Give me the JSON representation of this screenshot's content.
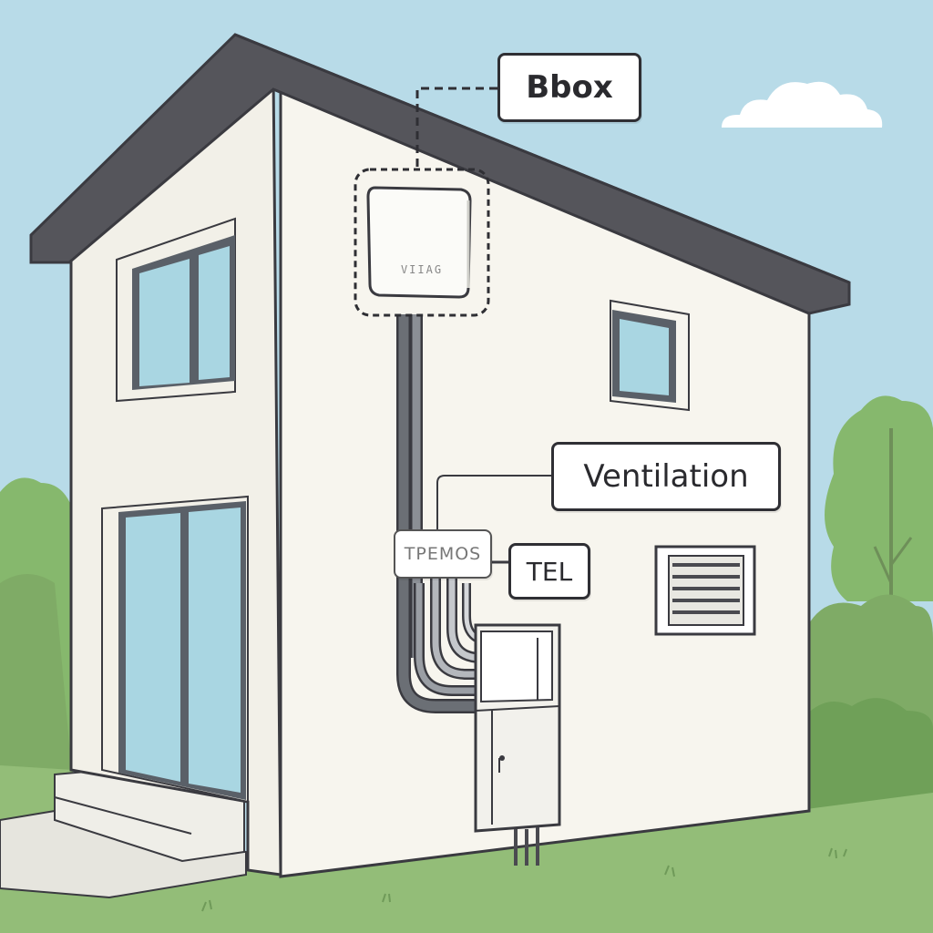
{
  "labels": {
    "bbox": "Bbox",
    "ventilation": "Ventilation",
    "tel": "TEL",
    "junction": "TPEMOS",
    "router_marking": "VIIAG"
  },
  "colors": {
    "sky": "#b8dbe8",
    "grass": "#93bd78",
    "grass_dark": "#7fab66",
    "wall": "#f7f5ee",
    "wall_side": "#ecebe3",
    "roof": "#55555b",
    "outline": "#3a3a40",
    "glass": "#a9d6e2",
    "frame": "#5a6068",
    "cable": "#6b6f75",
    "tree": "#86b86d"
  },
  "icons": [
    "cloud-icon",
    "tree-icon",
    "bush-icon",
    "vent-grille-icon",
    "router-icon",
    "meter-cabinet-icon"
  ]
}
